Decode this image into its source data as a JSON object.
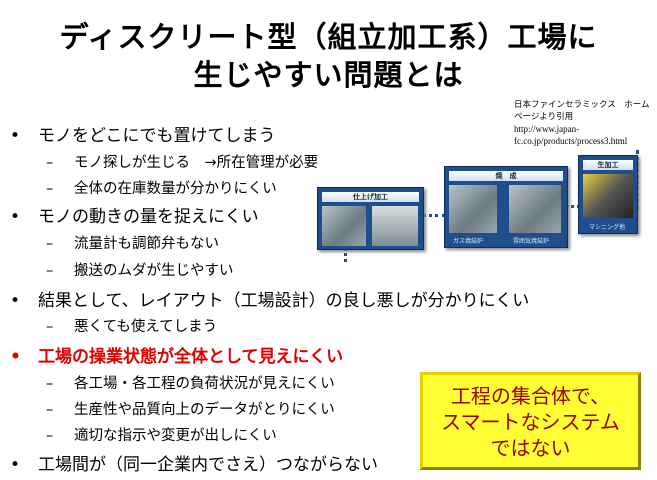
{
  "title": {
    "line1": "ディスクリート型（組立加工系）工場に",
    "line2": "生じやすい問題とは"
  },
  "bullets": [
    {
      "text": "モノをどこにでも置けてしまう",
      "sub": [
        "モノ探しが生じる　→所在管理が必要",
        "全体の在庫数量が分かりにくい"
      ]
    },
    {
      "text": "モノの動きの量を捉えにくい",
      "sub": [
        "流量計も調節弁もない",
        "搬送のムダが生じやすい"
      ]
    },
    {
      "text": "結果として、レイアウト（工場設計）の良し悪しが分かりにくい",
      "sub": [
        "悪くても使えてしまう"
      ]
    },
    {
      "text": "工場の操業状態が全体として見えにくい",
      "sub": [
        "各工場・各工程の負荷状況が見えにくい",
        "生産性や品質向上のデータがとりにくい",
        "適切な指示や変更が出しにくい"
      ]
    },
    {
      "text": "工場間が（同一企業内でさえ）つながらない",
      "sub": []
    }
  ],
  "bullet_symbol": "•",
  "dash_symbol": "–",
  "citation": {
    "line1": "日本ファインセラミックス　ホームページより引用",
    "url": "http://www.japan-fc.co.jp/products/process3.html"
  },
  "process": {
    "finish": {
      "label": "仕上げ加工"
    },
    "sinter": {
      "label": "焼　成",
      "captions": [
        "ガス焼結炉",
        "雰囲気焼結炉"
      ]
    },
    "green": {
      "label": "生加工",
      "captions": [
        "マシニング他"
      ]
    }
  },
  "callout": {
    "lines": [
      "工程の集合体で、",
      "スマートなシステム",
      "ではない"
    ]
  },
  "colors": {
    "highlight": "#e00000",
    "callout_bg": "#ffff33",
    "callout_text": "#a00000",
    "process_blue": "#1f4e8c"
  }
}
